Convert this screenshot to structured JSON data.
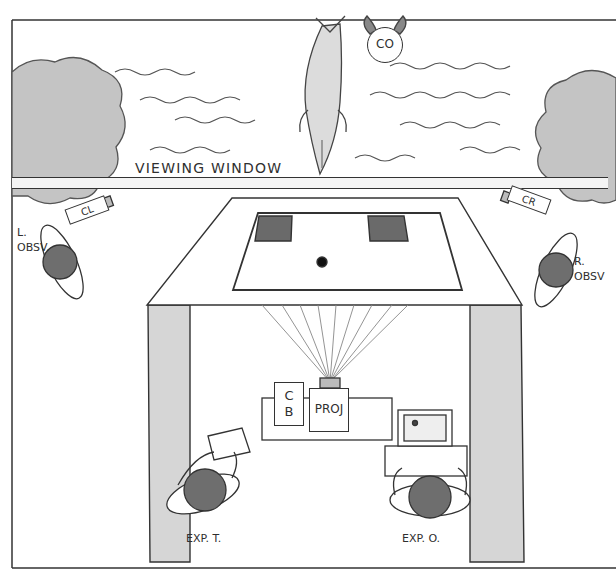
{
  "diagram": {
    "nodes": [
      {
        "text": [
          "CO"
        ]
      },
      {
        "text": [
          "VIEWING WINDOW"
        ]
      },
      {
        "text": [
          "CL"
        ]
      },
      {
        "text": [
          "CR"
        ]
      },
      {
        "text": [
          "CB"
        ]
      },
      {
        "text": [
          "PROJ"
        ]
      }
    ],
    "labels": [
      "L. OBSV.",
      "R. OBSV",
      "EXP. T.",
      "EXP. O."
    ]
  }
}
